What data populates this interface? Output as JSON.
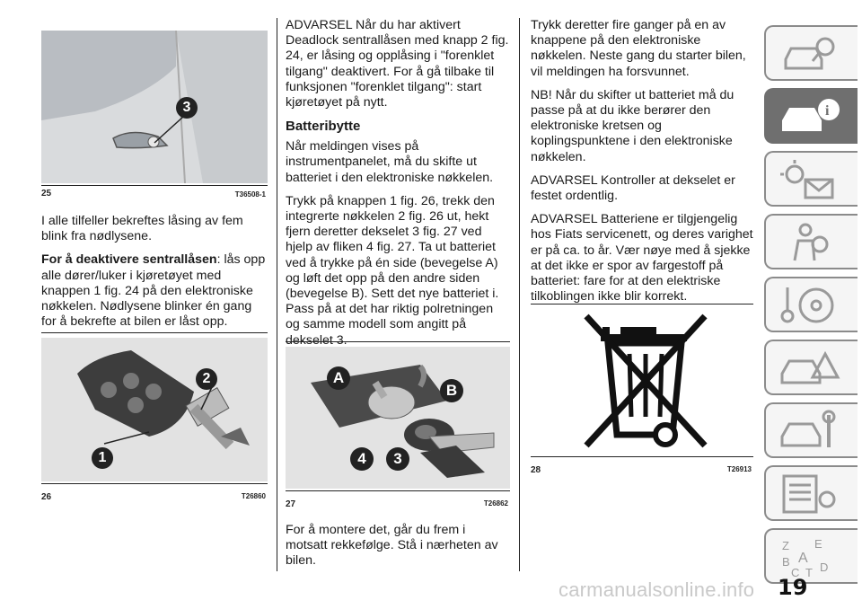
{
  "col1": {
    "fig25_label": "25",
    "fig25_code": "T36508-1",
    "fig25_callout": "3",
    "p1": "I alle tilfeller bekreftes låsing av fem blink fra nødlysene.",
    "p2_bold": "For å deaktivere sentrallåsen",
    "p2_rest": ": lås opp alle dører/luker i kjøretøyet med knappen 1 fig. 24 på den elektroniske nøkkelen. Nødlysene blinker én gang for å bekrefte at bilen er låst opp.",
    "fig26_label": "26",
    "fig26_code": "T26860",
    "fig26_callout1": "1",
    "fig26_callout2": "2"
  },
  "col2": {
    "p1": "ADVARSEL Når du har aktivert Deadlock sentrallåsen med knapp 2 fig. 24, er låsing og opplåsing i \"forenklet tilgang\" deaktivert. For å gå tilbake til funksjonen \"forenklet tilgang\": start kjøretøyet på nytt.",
    "heading": "Batteribytte",
    "p2": "Når meldingen vises på instrumentpanelet, må du skifte ut batteriet i den elektroniske nøkkelen.",
    "p3": "Trykk på knappen 1 fig. 26, trekk den integrerte nøkkelen 2 fig. 26 ut, hekt fjern deretter dekselet 3 fig. 27 ved hjelp av fliken 4 fig. 27. Ta ut batteriet ved å trykke på én side (bevegelse A) og løft det opp på den andre siden (bevegelse B). Sett det nye batteriet i. Pass på at det har riktig polretningen og samme modell som angitt på dekselet 3.",
    "fig27_label": "27",
    "fig27_code": "T26862",
    "fig27_A": "A",
    "fig27_B": "B",
    "fig27_3": "3",
    "fig27_4": "4",
    "p4": "For å montere det, går du frem i motsatt rekkefølge. Stå i nærheten av bilen."
  },
  "col3": {
    "p1": "Trykk deretter fire ganger på en av knappene på den elektroniske nøkkelen. Neste gang du starter bilen, vil meldingen ha forsvunnet.",
    "p2": "NB! Når du skifter ut batteriet må du passe på at du ikke berører den elektroniske kretsen og koplingspunktene i den elektroniske nøkkelen.",
    "p3": "ADVARSEL Kontroller at dekselet er festet ordentlig.",
    "p4": "ADVARSEL Batteriene er tilgjengelig hos Fiats servicenett, og deres varighet er på ca. to år. Vær nøye med å sjekke at det ikke er spor av fargestoff på batteriet: fare for at den elektriske tilkoblingen ikke blir korrekt.",
    "fig28_label": "28",
    "fig28_code": "T26913"
  },
  "sidebar": {
    "tabs": [
      {
        "icon": "car-search-icon",
        "active": false
      },
      {
        "icon": "car-info-icon",
        "active": true
      },
      {
        "icon": "warning-light-mail-icon",
        "active": false
      },
      {
        "icon": "airbag-person-icon",
        "active": false
      },
      {
        "icon": "steering-wheel-key-icon",
        "active": false
      },
      {
        "icon": "car-warning-triangle-icon",
        "active": false
      },
      {
        "icon": "car-wrench-icon",
        "active": false
      },
      {
        "icon": "spec-list-icon",
        "active": false
      },
      {
        "icon": "alphabet-index-icon",
        "active": false
      }
    ],
    "alphabet_letters": [
      "Z",
      "E",
      "A",
      "B",
      "C",
      "T",
      "D"
    ]
  },
  "page_number": "19",
  "watermark": "carmanualsonline.info"
}
